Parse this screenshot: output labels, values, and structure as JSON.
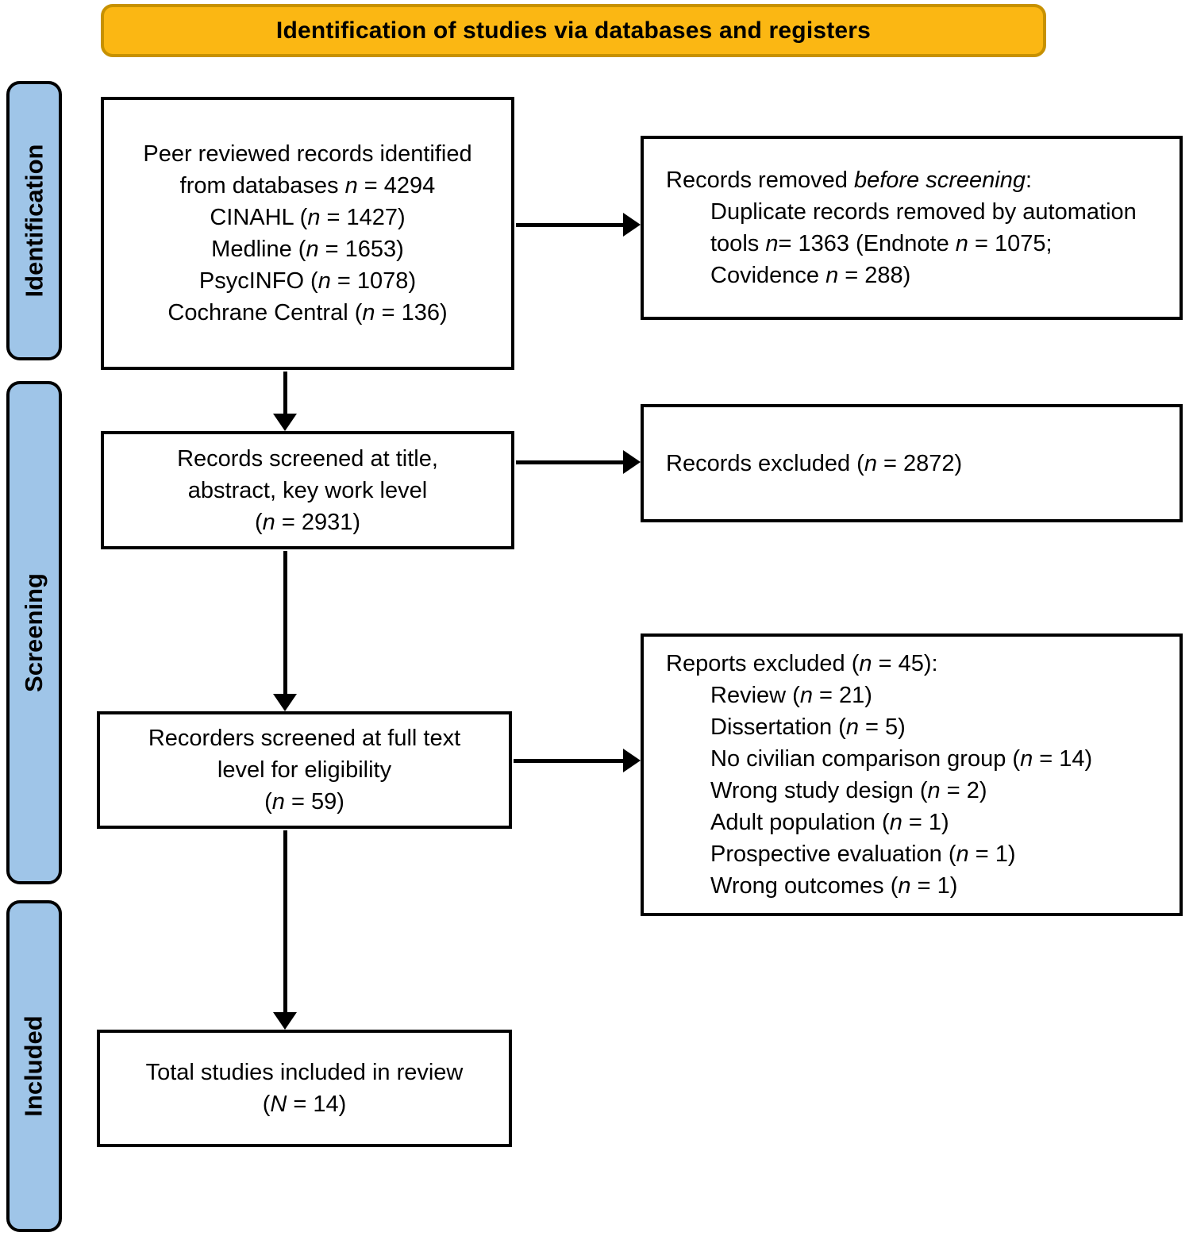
{
  "banner": {
    "label": "Identification of studies via databases and registers"
  },
  "colors": {
    "banner_bg": "#FBB713",
    "banner_border": "#C79100",
    "stage_bg": "#9FC5E8",
    "box_border": "#000000",
    "text": "#000000",
    "background": "#FFFFFF"
  },
  "stages": [
    {
      "label": "Identification"
    },
    {
      "label": "Screening"
    },
    {
      "label": "Included"
    }
  ],
  "boxes": {
    "identified": {
      "lines": [
        {
          "segs": [
            "Peer reviewed records identified"
          ]
        },
        {
          "segs": [
            "from databases ",
            {
              "i": "n"
            },
            " = 4294"
          ]
        },
        {
          "segs": [
            "CINAHL (",
            {
              "i": "n"
            },
            " = 1427)"
          ]
        },
        {
          "segs": [
            "Medline (",
            {
              "i": "n"
            },
            " = 1653)"
          ]
        },
        {
          "segs": [
            "PsycINFO (",
            {
              "i": "n"
            },
            " = 1078)"
          ]
        },
        {
          "segs": [
            "Cochrane Central (",
            {
              "i": "n"
            },
            " = 136)"
          ]
        }
      ]
    },
    "removed_before_screening": {
      "lines": [
        {
          "segs": [
            "Records removed ",
            {
              "i": "before screening"
            },
            ":"
          ]
        },
        {
          "indent": true,
          "segs": [
            "Duplicate records removed by automation"
          ]
        },
        {
          "indent": true,
          "segs": [
            "tools ",
            {
              "i": "n"
            },
            "= 1363 (Endnote ",
            {
              "i": "n"
            },
            " = 1075;"
          ]
        },
        {
          "indent": true,
          "segs": [
            "Covidence ",
            {
              "i": "n"
            },
            " = 288)"
          ]
        }
      ]
    },
    "screened_title_abstract": {
      "lines": [
        {
          "segs": [
            "Records screened at title,"
          ]
        },
        {
          "segs": [
            "abstract, key work level"
          ]
        },
        {
          "segs": [
            "(",
            {
              "i": "n"
            },
            " = 2931)"
          ]
        }
      ]
    },
    "records_excluded": {
      "lines": [
        {
          "segs": [
            "Records excluded (",
            {
              "i": "n"
            },
            " = 2872)"
          ]
        }
      ]
    },
    "full_text_screened": {
      "lines": [
        {
          "segs": [
            "Recorders screened at full text"
          ]
        },
        {
          "segs": [
            "level for eligibility"
          ]
        },
        {
          "segs": [
            "(",
            {
              "i": "n"
            },
            " = 59)"
          ]
        }
      ]
    },
    "reports_excluded": {
      "lines": [
        {
          "segs": [
            "Reports excluded (",
            {
              "i": "n"
            },
            " = 45):"
          ]
        },
        {
          "indent": true,
          "segs": [
            "Review (",
            {
              "i": "n"
            },
            " = 21)"
          ]
        },
        {
          "indent": true,
          "segs": [
            "Dissertation (",
            {
              "i": "n"
            },
            " = 5)"
          ]
        },
        {
          "indent": true,
          "segs": [
            "No civilian comparison group (",
            {
              "i": "n"
            },
            " = 14)"
          ]
        },
        {
          "indent": true,
          "segs": [
            "Wrong study design (",
            {
              "i": "n"
            },
            " = 2)"
          ]
        },
        {
          "indent": true,
          "segs": [
            "Adult population (",
            {
              "i": "n"
            },
            " = 1)"
          ]
        },
        {
          "indent": true,
          "segs": [
            "Prospective evaluation (",
            {
              "i": "n"
            },
            " = 1)"
          ]
        },
        {
          "indent": true,
          "segs": [
            "Wrong outcomes (",
            {
              "i": "n"
            },
            " = 1)"
          ]
        }
      ]
    },
    "included_total": {
      "lines": [
        {
          "segs": [
            "Total studies included in review"
          ]
        },
        {
          "segs": [
            "(",
            {
              "i": "N"
            },
            " = 14)"
          ]
        }
      ]
    }
  }
}
